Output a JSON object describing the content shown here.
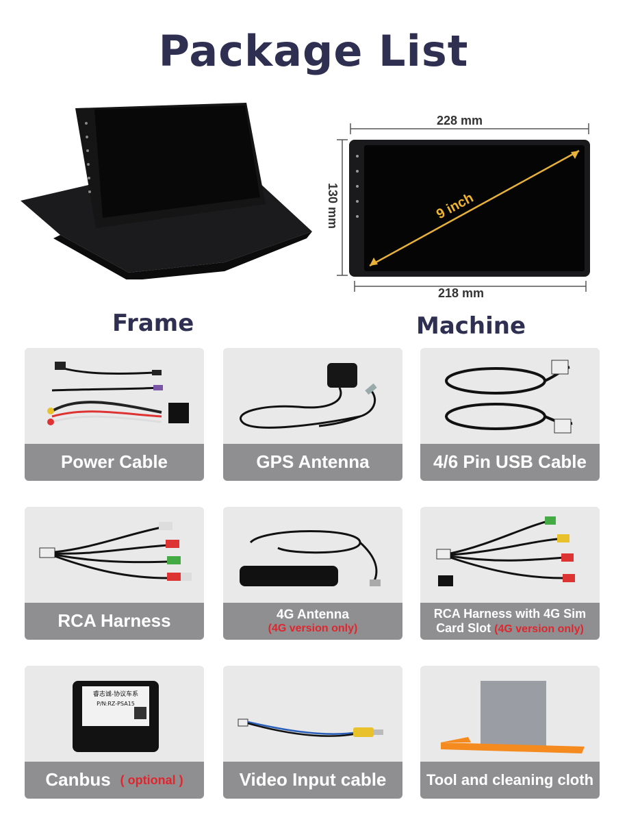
{
  "header": {
    "title": "Package List"
  },
  "machine": {
    "width_label": "228 mm",
    "bottom_label": "218 mm",
    "height_label": "130 mm",
    "diagonal_label": "9 inch"
  },
  "labels": {
    "frame": "Frame",
    "machine": "Machine"
  },
  "items": [
    {
      "label": "Power Cable"
    },
    {
      "label": "GPS Antenna"
    },
    {
      "label": "4/6 Pin USB Cable"
    },
    {
      "label": "RCA Harness"
    },
    {
      "label": "4G Antenna",
      "note": "(4G version only)"
    },
    {
      "label_line1": "RCA Harness with 4G Sim",
      "label_line2": "Card Slot ",
      "note": "(4G version only)"
    },
    {
      "label": "Canbus",
      "note": "( optional )"
    },
    {
      "label": "Video Input cable"
    },
    {
      "label": "Tool and cleaning cloth"
    }
  ],
  "canbus_box": {
    "line1": "睿志诚-协议车系",
    "line2": "P/N:RZ-PSA15"
  },
  "colors": {
    "title": "#2f2f52",
    "caption_bg": "#8f8f92",
    "note_red": "#e0262d",
    "arrow": "#e7b13a"
  }
}
